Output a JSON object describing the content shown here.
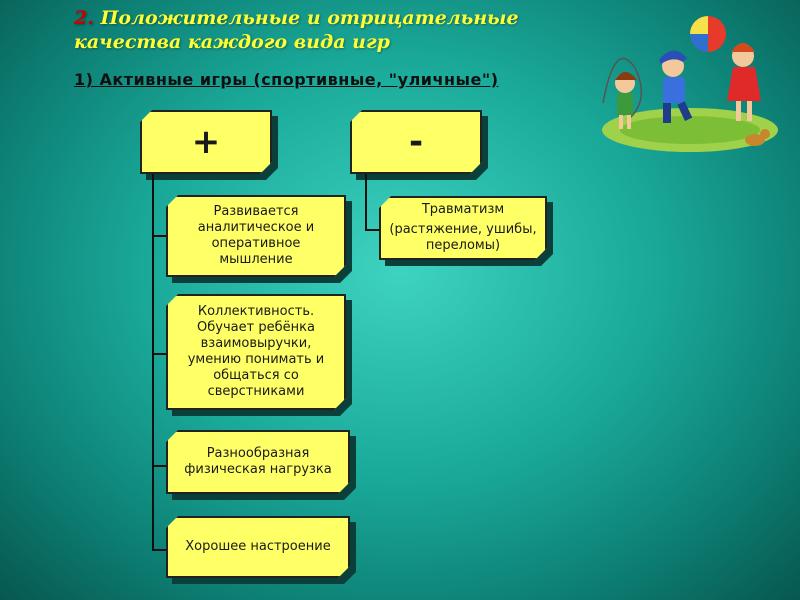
{
  "title": {
    "number": "2.",
    "line1": "Положительные и отрицательные",
    "line2": "качества каждого вида игр"
  },
  "subtitle": "1)  Активные игры (спортивные, \"уличные\")",
  "plus": {
    "header": "+",
    "items": [
      "Развивается аналитическое и оперативное мышление",
      "Коллективность. Обучает ребёнка взаимовыручки, умению понимать и общаться со сверстниками",
      "Разнообразная физическая нагрузка",
      "Хорошее настроение"
    ]
  },
  "minus": {
    "header": "-",
    "items": [
      {
        "line1": "Травматизм",
        "line2": "(растяжение, ушибы, переломы)"
      }
    ]
  },
  "colors": {
    "box": "#ffff66",
    "title": "#ffff33",
    "number": "#c80000"
  },
  "clipart": "children-playing-ball-picture"
}
